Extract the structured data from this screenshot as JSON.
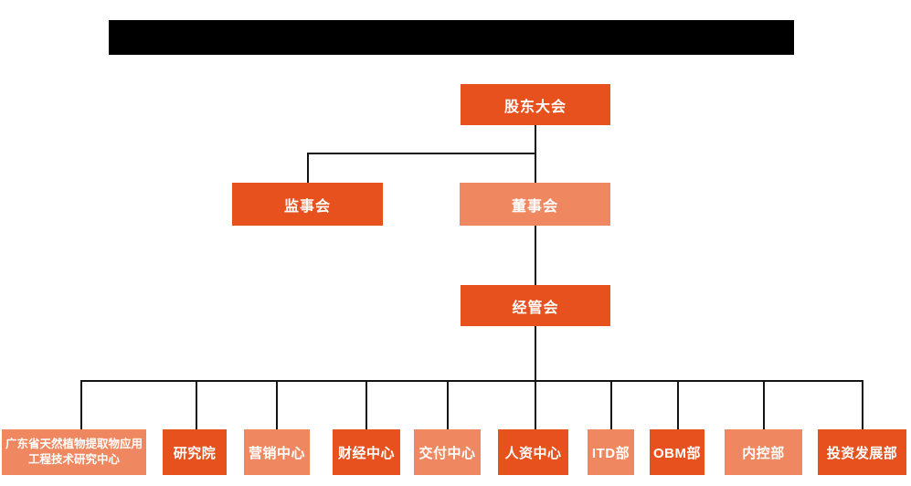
{
  "colors": {
    "primary_dark": "#e6511e",
    "primary_light": "#ef8860",
    "connector": "#141414",
    "redacted": "#000000",
    "node_text": "#ffffff",
    "bg": "#ffffff"
  },
  "header": {
    "redacted_title_bar": "black-redacted-block"
  },
  "org_chart": {
    "root": {
      "label": "股东大会",
      "variant": "dark"
    },
    "level2": [
      {
        "label": "监事会",
        "variant": "dark"
      },
      {
        "label": "董事会",
        "variant": "light"
      }
    ],
    "level3": {
      "label": "经管会",
      "variant": "dark"
    },
    "departments": [
      {
        "label": "广东省天然植物提取物应用工程技术研究中心",
        "variant": "light"
      },
      {
        "label": "研究院",
        "variant": "dark"
      },
      {
        "label": "营销中心",
        "variant": "light"
      },
      {
        "label": "财经中心",
        "variant": "dark"
      },
      {
        "label": "交付中心",
        "variant": "light"
      },
      {
        "label": "人资中心",
        "variant": "dark"
      },
      {
        "label": "ITD部",
        "variant": "light"
      },
      {
        "label": "OBM部",
        "variant": "dark"
      },
      {
        "label": "内控部",
        "variant": "light"
      },
      {
        "label": "投资发展部",
        "variant": "dark"
      }
    ]
  }
}
